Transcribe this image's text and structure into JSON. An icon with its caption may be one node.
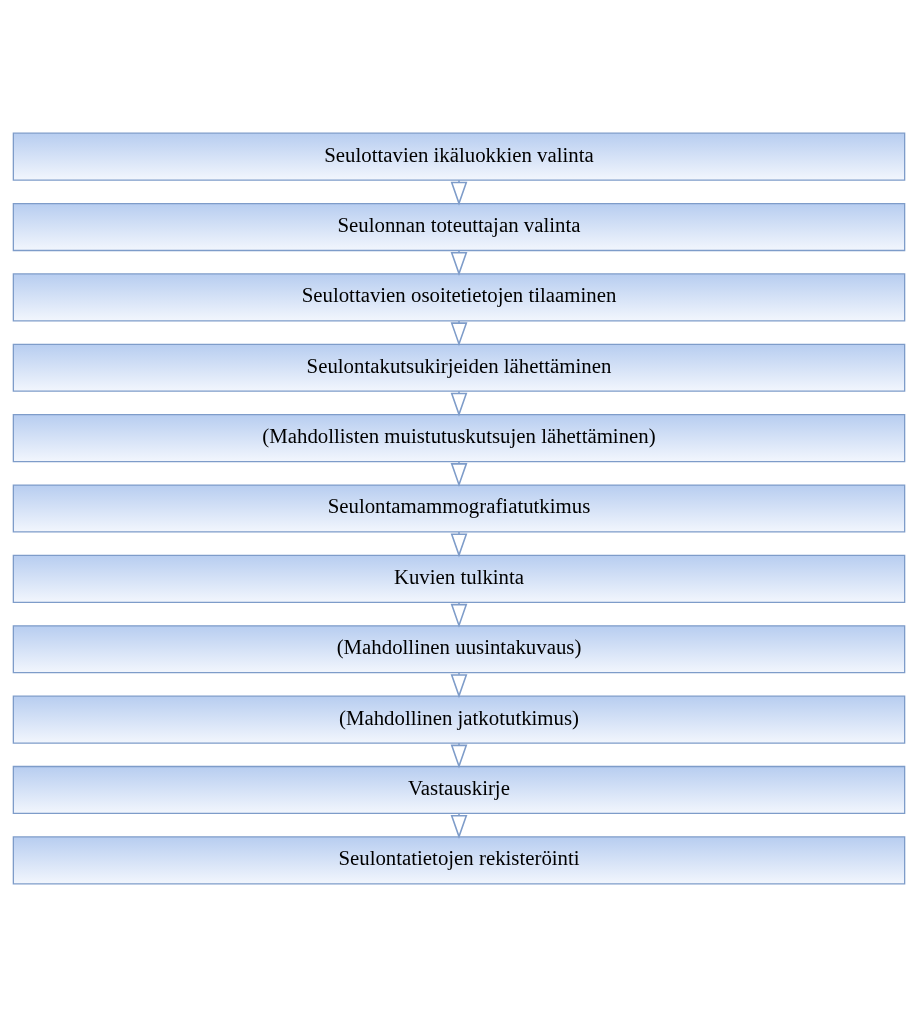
{
  "diagram": {
    "nodes": [
      {
        "text": [
          "Seulottavien ikäluokkien valinta"
        ]
      },
      {
        "text": [
          "Seulonnan toteuttajan valinta"
        ]
      },
      {
        "text": [
          "Seulottavien osoitetietojen tilaaminen"
        ]
      },
      {
        "text": [
          "Seulontakutsukirjeiden lähettäminen"
        ]
      },
      {
        "text": [
          "(Mahdollisten muistutuskutsujen lähettäminen)"
        ]
      },
      {
        "text": [
          "Seulontamammografiatutkimus"
        ]
      },
      {
        "text": [
          "Kuvien tulkinta"
        ]
      },
      {
        "text": [
          "(Mahdollinen uusintakuvaus)"
        ]
      },
      {
        "text": [
          "(Mahdollinen jatkotutkimus)"
        ]
      },
      {
        "text": [
          "Vastauskirje"
        ]
      },
      {
        "text": [
          "Seulontatietojen rekisteröinti"
        ]
      }
    ],
    "edges": [
      {
        "from": 0,
        "to": 1,
        "arrow": "to"
      },
      {
        "from": 1,
        "to": 2,
        "arrow": "to"
      },
      {
        "from": 2,
        "to": 3,
        "arrow": "to"
      },
      {
        "from": 3,
        "to": 4,
        "arrow": "to"
      },
      {
        "from": 4,
        "to": 5,
        "arrow": "to"
      },
      {
        "from": 5,
        "to": 6,
        "arrow": "to"
      },
      {
        "from": 6,
        "to": 7,
        "arrow": "to"
      },
      {
        "from": 7,
        "to": 8,
        "arrow": "to"
      },
      {
        "from": 8,
        "to": 9,
        "arrow": "to"
      },
      {
        "from": 9,
        "to": 10,
        "arrow": "to"
      }
    ]
  }
}
